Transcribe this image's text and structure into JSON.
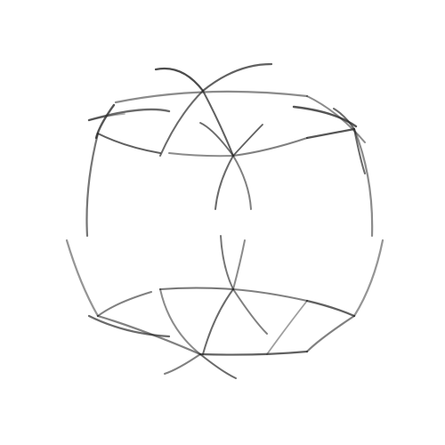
{
  "scene": {
    "background": "#ffffff",
    "stroke": "#2b2b2b",
    "shape": "wireframe-sphere",
    "style": "fading curved line segments forming a geodesic sphere",
    "arc_count": 40
  }
}
